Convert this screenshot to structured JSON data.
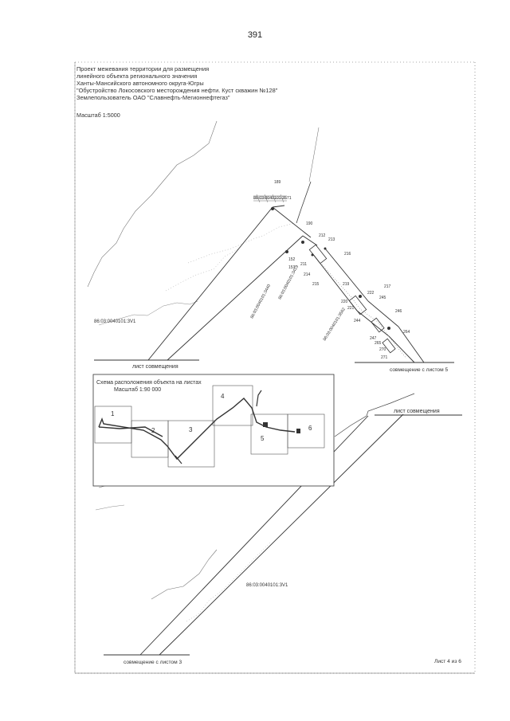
{
  "page_number": "391",
  "header": {
    "lines": [
      "Проект межевания территории для размещения",
      "линейного объекта регионального значения",
      "Ханты-Мансийского автономного округа-Югры",
      "\"Обустройство Локосовского месторождения нефти. Куст скважин №128\"",
      "Землепользователь ОАО \"Славнефть-Мегионнефтегаз\""
    ],
    "scale": "Масштаб 1:5000"
  },
  "map": {
    "parcels": {
      "top_hatched": "86:03:0040101:3571",
      "left_main": "86:03:0040101:3V1",
      "bottom_main": "86:03:0040101:3V1",
      "diag_1": "86:03:0040101:3419",
      "diag_2": "86:03:0040101:3440",
      "diag_3": "86:03:0040101:3562"
    },
    "points": [
      "189",
      "190",
      "212",
      "213",
      "216",
      "152",
      "153",
      "211",
      "214",
      "215",
      "219",
      "217",
      "222",
      "221",
      "220",
      "245",
      "244",
      "246",
      "264",
      "247",
      "265",
      "270",
      "271"
    ],
    "match_labels": {
      "sheet_match_top": "лист совмещения",
      "match_with_5": "совмещение с листом 5",
      "sheet_match_right": "лист совмещения",
      "match_with_3": "совмещение с листом 3"
    },
    "sheet_index": "Лист 4 из 6"
  },
  "inset": {
    "title": "Схема расположения объекта на листах",
    "scale": "Масштаб 1:90 000",
    "sheets": [
      "1",
      "2",
      "3",
      "4",
      "5",
      "6"
    ]
  }
}
